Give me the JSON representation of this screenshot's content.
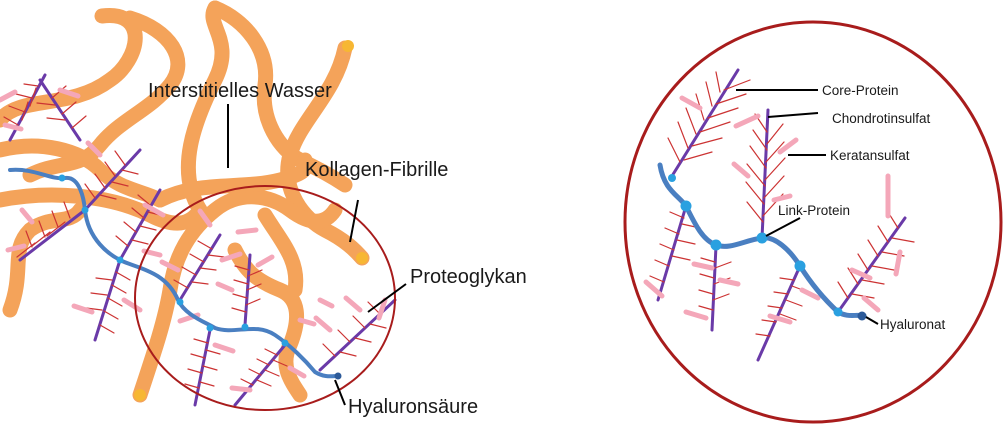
{
  "left_panel": {
    "labels": {
      "interstitial_water": "Interstitielles Wasser",
      "collagen_fibril": "Kollagen-Fibrille",
      "proteoglycan": "Proteoglykan",
      "hyaluronic_acid": "Hyaluronsäure"
    }
  },
  "right_panel": {
    "labels": {
      "core_protein": "Core-Protein",
      "chondroitin_sulfate": "Chondrotinsulfat",
      "keratan_sulfate": "Keratansulfat",
      "link_protein": "Link-Protein",
      "hyaluronan": "Hyaluronat"
    }
  },
  "colors": {
    "collagen": "#f4a35a",
    "collagen_end": "#f7b733",
    "core_protein": "#6a3aa8",
    "chondroitin": "#cc3333",
    "keratan": "#f4a7b9",
    "hyaluronan": "#4a7fc1",
    "link_node": "#2aa0e0",
    "circle": "#a81c1c"
  }
}
